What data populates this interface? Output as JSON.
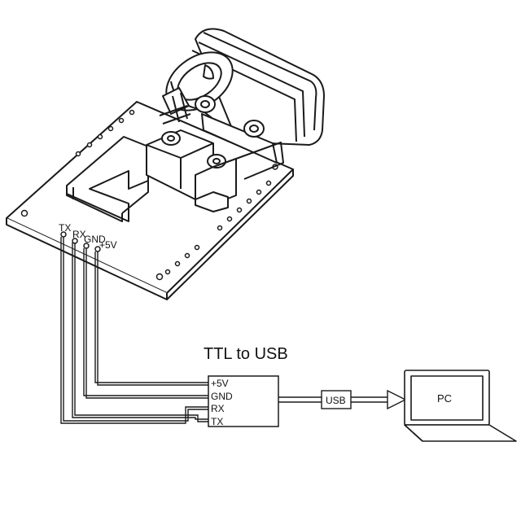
{
  "module": {
    "pins": [
      "TX",
      "RX",
      "GND",
      "+5V"
    ]
  },
  "converter": {
    "title": "TTL to USB",
    "pins": [
      "+5V",
      "GND",
      "RX",
      "TX"
    ]
  },
  "usb_label": "USB",
  "pc_label": "PC",
  "colors": {
    "line": "#1a1a1a",
    "background": "#ffffff"
  }
}
